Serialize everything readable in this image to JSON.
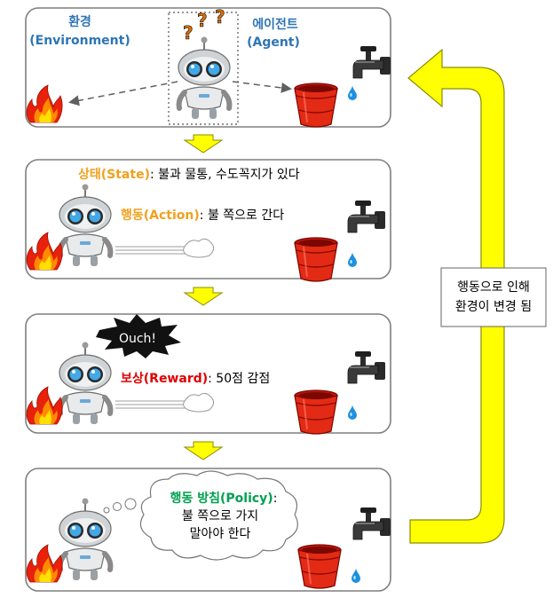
{
  "colors": {
    "env_label": "#2e75b6",
    "state_label": "#f2a01e",
    "action_label": "#f2a01e",
    "reward_label": "#e00000",
    "policy_label": "#00a050",
    "arrow_fill": "#ffff00",
    "arrow_stroke": "#8c8c00"
  },
  "panel1": {
    "env_title_ko": "환경",
    "env_title_en": "(Environment)",
    "agent_title_ko": "에이전트",
    "agent_title_en": "(Agent)",
    "question_marks": [
      "?",
      "?",
      "?"
    ]
  },
  "panel2": {
    "state_label": "상태(State)",
    "state_text": ": 불과 물통, 수도꼭지가 있다",
    "action_label": "행동(Action)",
    "action_text": ": 불 쪽으로 간다"
  },
  "panel3": {
    "ouch": "Ouch!",
    "reward_label": "보상(Reward)",
    "reward_text": ": 50점 감점"
  },
  "panel4": {
    "policy_label": "행동 방침(Policy)",
    "policy_colon": ":",
    "policy_line2": "불 쪽으로 가지",
    "policy_line3": "말아야 한다"
  },
  "feedback_box": {
    "line1": "행동으로 인해",
    "line2": "환경이 변경 됨"
  }
}
